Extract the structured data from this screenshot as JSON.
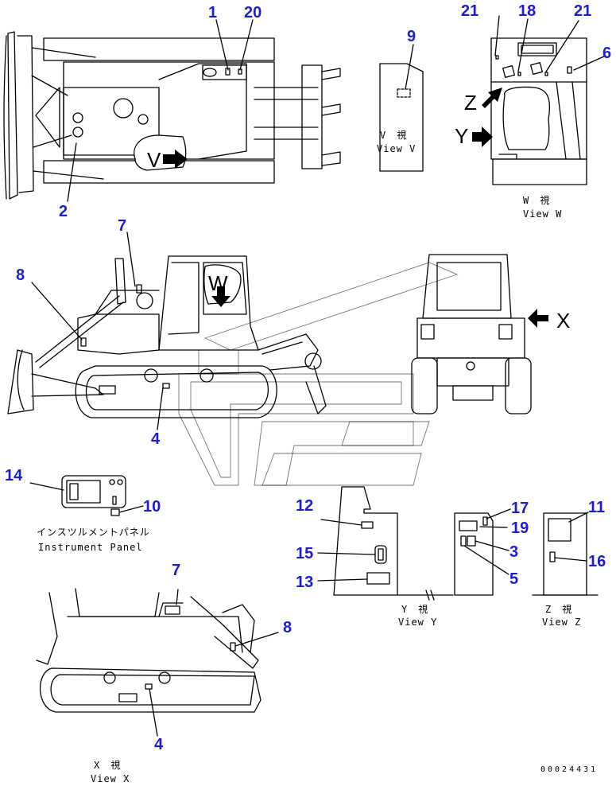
{
  "views": {
    "view_v": {
      "jp": "V　視",
      "en": "View V"
    },
    "view_w": {
      "jp": "W　視",
      "en": "View W"
    },
    "view_x": {
      "jp": "X　視",
      "en": "View X"
    },
    "view_y": {
      "jp": "Y　視",
      "en": "View Y"
    },
    "view_z": {
      "jp": "Z　視",
      "en": "View Z"
    },
    "instrument_panel": {
      "jp": "インスツルメントパネル",
      "en": "Instrument Panel"
    }
  },
  "view_letters": {
    "v": "V",
    "w": "W",
    "x": "X",
    "y": "Y",
    "z": "Z"
  },
  "callouts": {
    "top": {
      "c1": "1",
      "c20": "20",
      "c2": "2",
      "c9": "9",
      "c21a": "21",
      "c18": "18",
      "c21b": "21",
      "c6": "6"
    },
    "side": {
      "c7": "7",
      "c8": "8",
      "c4": "4"
    },
    "panel": {
      "c14": "14",
      "c10": "10"
    },
    "viewy": {
      "c12": "12",
      "c15": "15",
      "c13": "13",
      "c17": "17",
      "c19": "19",
      "c3": "3",
      "c5": "5"
    },
    "viewz": {
      "c11": "11",
      "c16": "16"
    },
    "viewx": {
      "c7": "7",
      "c8": "8",
      "c4": "4"
    }
  },
  "drawing_number": "00024431",
  "colors": {
    "callout": "#1c1cd6",
    "line": "#000000"
  }
}
